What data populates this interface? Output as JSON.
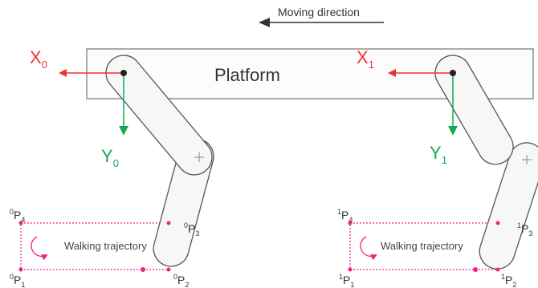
{
  "diagram": {
    "moving_direction": "Moving direction",
    "platform": "Platform",
    "frames": [
      {
        "x": {
          "base": "X",
          "sub": "0"
        },
        "y": {
          "base": "Y",
          "sub": "0"
        },
        "points": [
          {
            "pre": "0",
            "base": "P",
            "sub": "1"
          },
          {
            "pre": "0",
            "base": "P",
            "sub": "2"
          },
          {
            "pre": "0",
            "base": "P",
            "sub": "3"
          },
          {
            "pre": "0",
            "base": "P",
            "sub": "4"
          }
        ],
        "trajectory": "Walking trajectory"
      },
      {
        "x": {
          "base": "X",
          "sub": "1"
        },
        "y": {
          "base": "Y",
          "sub": "1"
        },
        "points": [
          {
            "pre": "1",
            "base": "P",
            "sub": "1"
          },
          {
            "pre": "1",
            "base": "P",
            "sub": "2"
          },
          {
            "pre": "1",
            "base": "P",
            "sub": "3"
          },
          {
            "pre": "1",
            "base": "P",
            "sub": "4"
          }
        ],
        "trajectory": "Walking trajectory"
      }
    ],
    "colors": {
      "x_axis": "#ee3333",
      "y_axis": "#11aa55",
      "trajectory": "#ee2288",
      "arrow": "#333333",
      "link_stroke": "#555555",
      "platform_stroke": "#aaaaaa"
    }
  }
}
